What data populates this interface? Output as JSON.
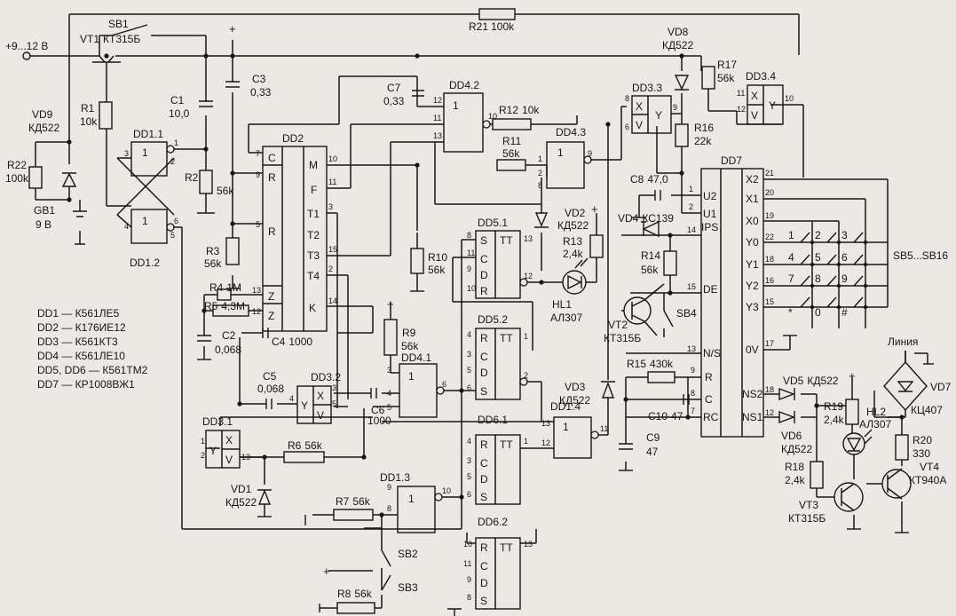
{
  "supply": {
    "voltage_label": "+9...12 В",
    "plus": "+"
  },
  "resistors": [
    {
      "ref": "R1",
      "value": "10k"
    },
    {
      "ref": "R2",
      "value": "56k"
    },
    {
      "ref": "R3",
      "value": "56k"
    },
    {
      "ref": "R4",
      "value": "1М"
    },
    {
      "ref": "R5",
      "value": "4,3М"
    },
    {
      "ref": "R6",
      "value": "56k"
    },
    {
      "ref": "R7",
      "value": "56k"
    },
    {
      "ref": "R8",
      "value": "56k"
    },
    {
      "ref": "R9",
      "value": "56k"
    },
    {
      "ref": "R10",
      "value": "56k"
    },
    {
      "ref": "R11",
      "value": "56k"
    },
    {
      "ref": "R12",
      "value": "10k"
    },
    {
      "ref": "R13",
      "value": "2,4k"
    },
    {
      "ref": "R14",
      "value": "56k"
    },
    {
      "ref": "R15",
      "value": "430k"
    },
    {
      "ref": "R16",
      "value": "22k"
    },
    {
      "ref": "R17",
      "value": "56k"
    },
    {
      "ref": "R18",
      "value": "2,4k"
    },
    {
      "ref": "R19",
      "value": "2,4k"
    },
    {
      "ref": "R20",
      "value": "330"
    },
    {
      "ref": "R21",
      "value": "100k"
    },
    {
      "ref": "R22",
      "value": "100k"
    }
  ],
  "capacitors": [
    {
      "ref": "C1",
      "value": "10,0"
    },
    {
      "ref": "C2",
      "value": "0,068"
    },
    {
      "ref": "C3",
      "value": "0,33"
    },
    {
      "ref": "C4",
      "value": "1000"
    },
    {
      "ref": "C5",
      "value": "0,068"
    },
    {
      "ref": "C6",
      "value": "1000"
    },
    {
      "ref": "C7",
      "value": "0,33"
    },
    {
      "ref": "C8",
      "value": "47,0"
    },
    {
      "ref": "C9",
      "value": "47"
    },
    {
      "ref": "C10",
      "value": "47"
    }
  ],
  "diodes": [
    {
      "ref": "VD1",
      "type": "КД522"
    },
    {
      "ref": "VD3",
      "type": "КД522"
    },
    {
      "ref": "VD4",
      "type": "КС139"
    },
    {
      "ref": "VD5",
      "type": "КД522"
    },
    {
      "ref": "VD6",
      "type": "КД522"
    },
    {
      "ref": "VD7",
      "type": "КЦ407"
    },
    {
      "ref": "VD8",
      "type": "КД522"
    },
    {
      "ref": "VD9",
      "type": "КД522"
    }
  ],
  "transistors": [
    {
      "ref": "VT1",
      "type": "КТ315Б"
    },
    {
      "ref": "VT2",
      "type": "КТ315Б"
    },
    {
      "ref": "VT3",
      "type": "КТ315Б"
    },
    {
      "ref": "VT4",
      "type": "КТ940А"
    }
  ],
  "leds": [
    {
      "ref": "HL1",
      "type": "АЛ307"
    },
    {
      "ref": "HL2",
      "type": "АЛ307"
    }
  ],
  "battery": {
    "ref": "GB1",
    "value": "9 В"
  },
  "switches": [
    "SB1",
    "SB2",
    "SB3",
    "SB4",
    "SB5...SB16"
  ],
  "keypad": [
    "1",
    "2",
    "3",
    "4",
    "5",
    "6",
    "7",
    "8",
    "9",
    "*",
    "0",
    "#"
  ],
  "line_label": "Линия",
  "chips": {
    "DD1.1": "DD1.1",
    "DD1.2": "DD1.2",
    "DD1.3": "DD1.3",
    "DD1.4": "DD1.4",
    "DD2": "DD2",
    "DD3.1": "DD3.1",
    "DD3.2": "DD3.2",
    "DD3.3": "DD3.3",
    "DD3.4": "DD3.4",
    "DD4.1": "DD4.1",
    "DD4.2": "DD4.2",
    "DD4.3": "DD4.3",
    "DD5.1": "DD5.1",
    "DD5.2": "DD5.2",
    "DD6.1": "DD6.1",
    "DD6.2": "DD6.2",
    "DD7": "DD7"
  },
  "legend": [
    "DD1 — К561ЛЕ5",
    "DD2 — К176ИЕ12",
    "DD3 — К561КТ3",
    "DD4 — К561ЛЕ10",
    "DD5, DD6 — К561ТМ2",
    "DD7 — КР1008ВЖ1"
  ],
  "pins": {
    "dd2": [
      "C",
      "R",
      "R",
      "Z",
      "Z",
      "M",
      "F",
      "T1",
      "T2",
      "T3",
      "T4",
      "K"
    ],
    "dd7": [
      "U2",
      "U1",
      "IPS",
      "DE",
      "N/S",
      "R",
      "C",
      "RC",
      "X2",
      "X1",
      "X0",
      "Y0",
      "Y1",
      "Y2",
      "Y3",
      "0V",
      "NS2",
      "NS1"
    ],
    "ff": [
      "S",
      "C",
      "D",
      "R",
      "TT"
    ],
    "xyv": [
      "X",
      "Y",
      "V"
    ]
  }
}
